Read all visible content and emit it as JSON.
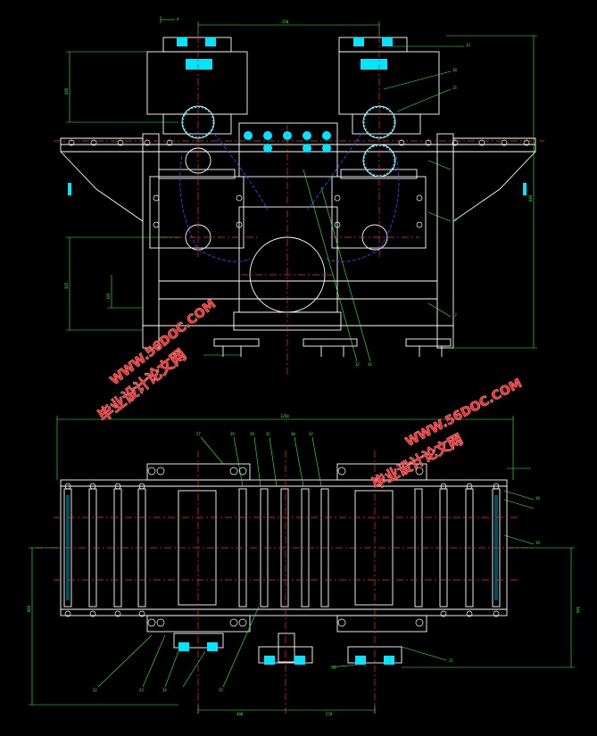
{
  "colors": {
    "background": "#000000",
    "outline": "#ffffff",
    "centerline": "#ff2a2a",
    "dimension": "#33ff33",
    "hatch": "#00e5ff",
    "hidden": "#3344ff",
    "watermark": "#ff2a2a"
  },
  "drawing": {
    "dimensions_top": {
      "span_top": "250",
      "left_height": "285",
      "right_height": "680",
      "left_lower": "325",
      "left_lower_inner": "195",
      "section_mark": "A"
    },
    "dimensions_bottom": {
      "overall_length": "1250",
      "left_width": "880",
      "right_width": "580",
      "bottom_left": "300",
      "bottom_right": "270"
    },
    "balloons_top": [
      "13",
      "18",
      "15",
      "16",
      "17",
      "32",
      "34"
    ],
    "balloons_bottom_top": [
      "27",
      "29",
      "28",
      "31",
      "30",
      "32"
    ],
    "balloons_bottom_right": [
      "18",
      "19"
    ],
    "balloons_bottom_lower": [
      "22",
      "23",
      "24",
      "25",
      "21",
      "22"
    ]
  },
  "watermark": {
    "left_cn": "毕业设计论文网",
    "left_url": "WWW.56DOC.COM",
    "right_cn": "毕业设计论文网",
    "right_url": "WWW.56DOC.COM"
  }
}
